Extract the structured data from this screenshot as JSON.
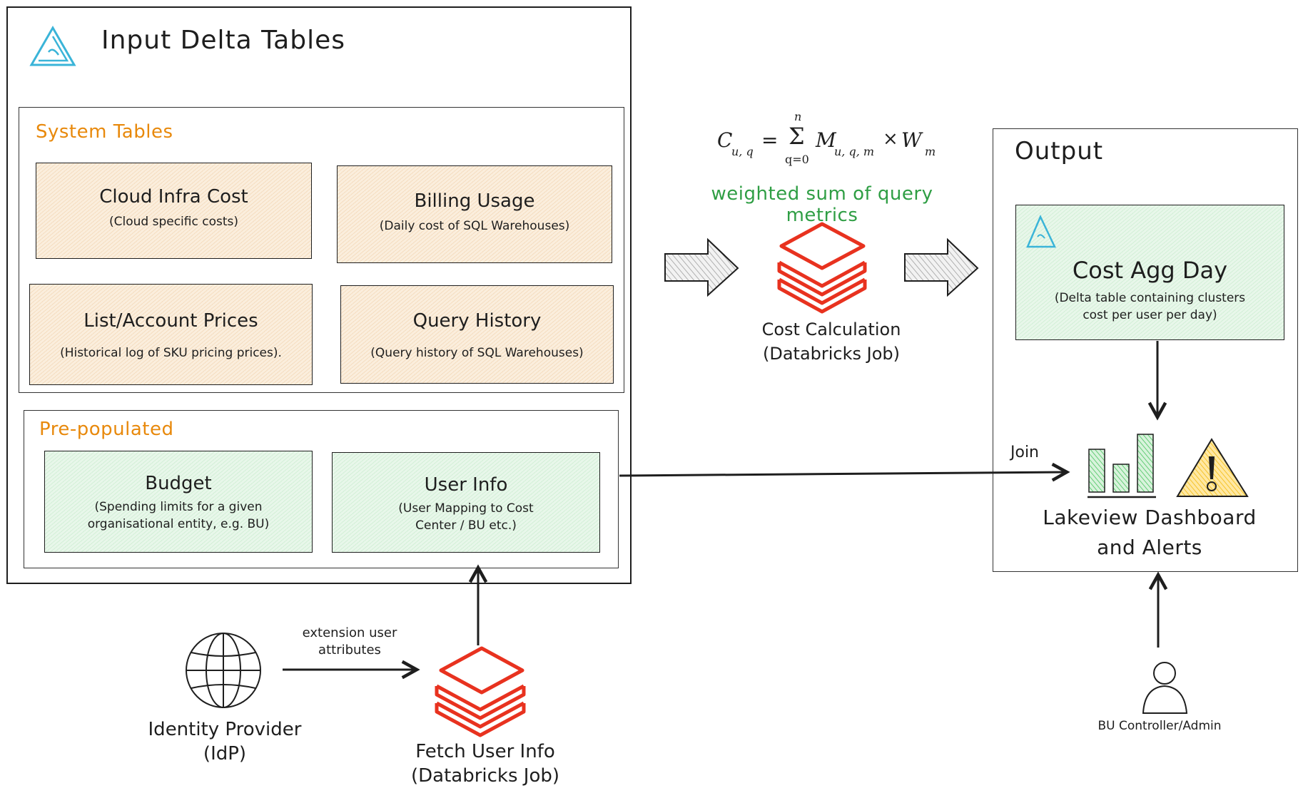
{
  "input_frame": {
    "title": "Input Delta Tables"
  },
  "system_tables": {
    "label": "System Tables",
    "cards": [
      {
        "title": "Cloud Infra Cost",
        "subtitle": "(Cloud specific costs)"
      },
      {
        "title": "Billing Usage",
        "subtitle": "(Daily cost of SQL Warehouses)"
      },
      {
        "title": "List/Account Prices",
        "subtitle": "(Historical log of SKU pricing prices)."
      },
      {
        "title": "Query History",
        "subtitle": "(Query history of SQL Warehouses)"
      }
    ]
  },
  "pre_populated": {
    "label": "Pre-populated",
    "cards": [
      {
        "title": "Budget",
        "subtitle": "(Spending limits for a given organisational entity, e.g. BU)"
      },
      {
        "title": "User Info",
        "subtitle": "(User Mapping to Cost Center / BU etc.)"
      }
    ]
  },
  "formula": {
    "lhs": "C",
    "lhs_sub": "u, q",
    "sum_top": "n",
    "sum_bottom": "q=0",
    "m": "M",
    "m_sub": "u, q, m",
    "w": "W",
    "w_sub": "m",
    "caption": "weighted sum of query metrics"
  },
  "cost_calc": {
    "line1": "Cost Calculation",
    "line2": "(Databricks Job)"
  },
  "output": {
    "title": "Output",
    "card_title": "Cost Agg Day",
    "card_subtitle": "(Delta table containing clusters cost per user per day)",
    "join_label": "Join",
    "dashboard_line1": "Lakeview Dashboard",
    "dashboard_line2": "and Alerts"
  },
  "idp": {
    "line1": "Identity Provider",
    "line2": "(IdP)"
  },
  "extension": {
    "line1": "extension user",
    "line2": "attributes"
  },
  "fetch_job": {
    "line1": "Fetch User Info",
    "line2": "(Databricks Job)"
  },
  "controller": {
    "label": "BU Controller/Admin"
  },
  "colors": {
    "orange": "#e8890c",
    "green": "#2f9e44",
    "databricks_red": "#e8321f",
    "delta_blue": "#3ab4d8"
  }
}
